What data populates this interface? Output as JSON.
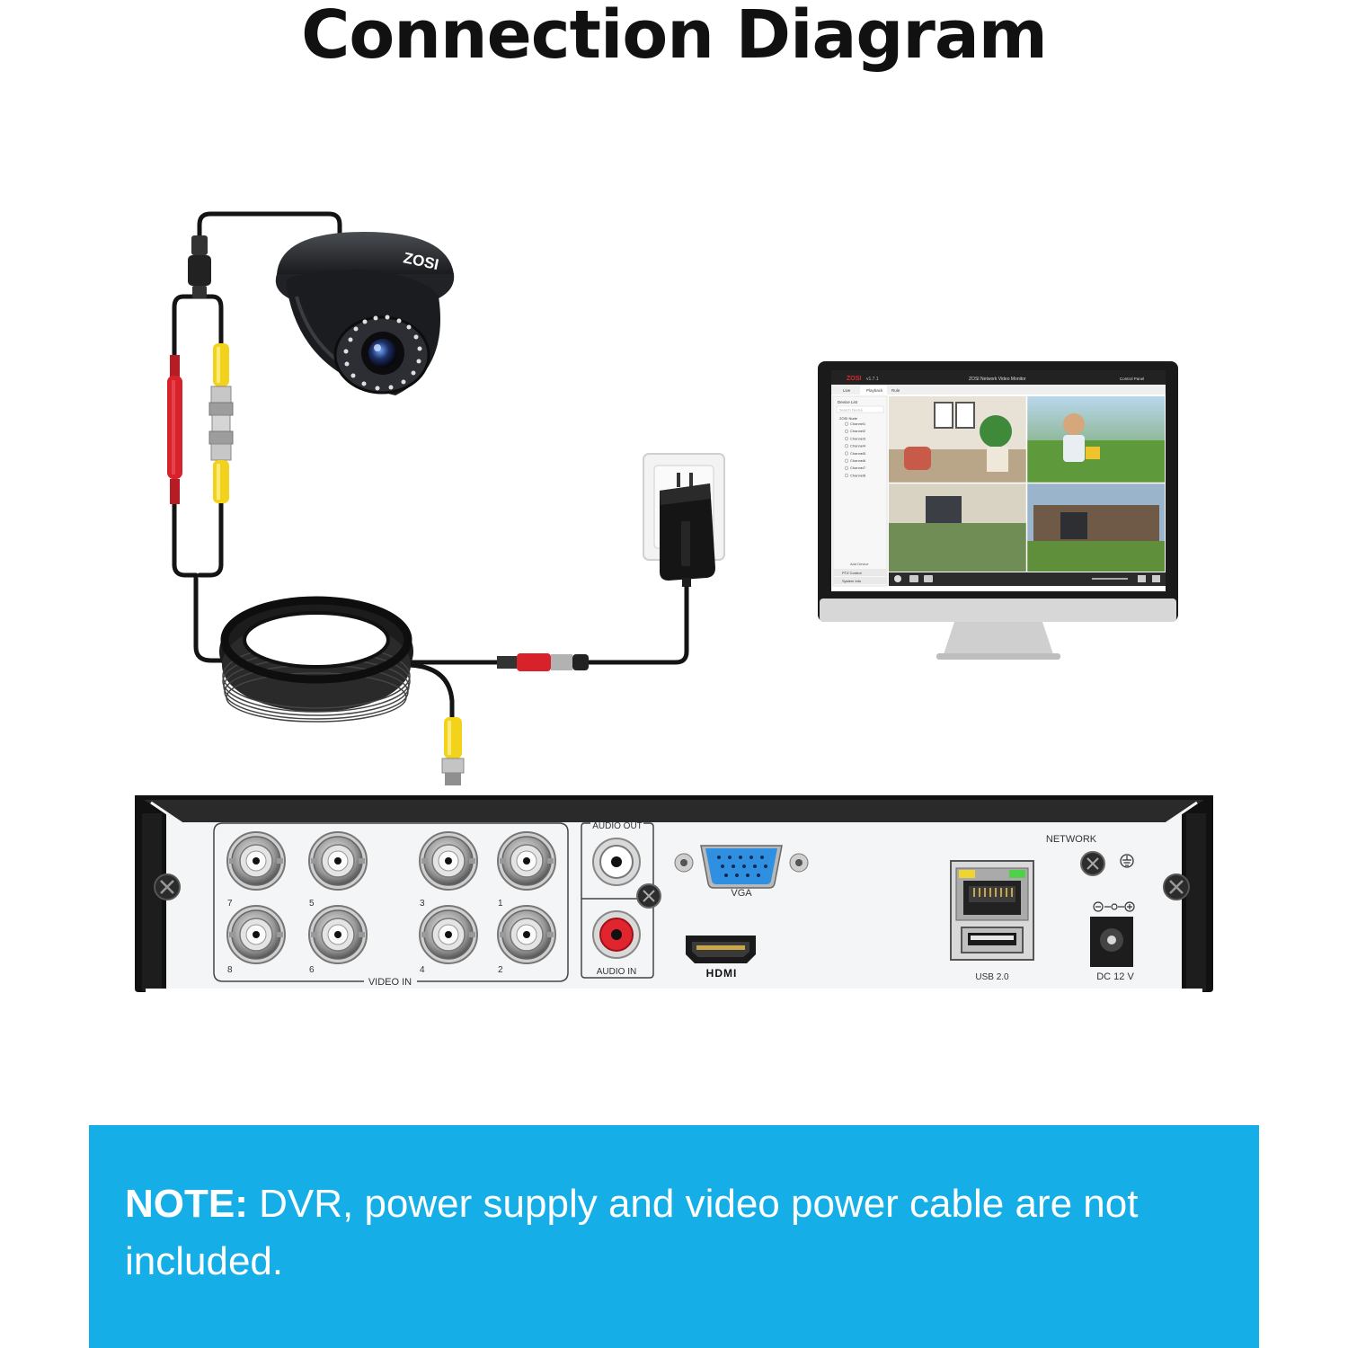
{
  "title": "Connection Diagram",
  "camera": {
    "brand": "ZOSI"
  },
  "monitor": {
    "logo": "ZOSI",
    "version": "v1.7.1",
    "window_title": "ZOSI Network Video Monitor",
    "top_right": "Control Panel",
    "tabs": [
      "Live",
      "Playback",
      "Rule"
    ],
    "device_list_title": "Device List",
    "search_placeholder": "Search Device",
    "group": "ZOSI Node",
    "channels": [
      "Channel1",
      "Channel2",
      "Channel3",
      "Channel4",
      "Channel5",
      "Channel6",
      "Channel7",
      "Channel8"
    ],
    "add_device": "Add Device",
    "ptz_control": "PTZ Control",
    "system_info": "System Info"
  },
  "dvr": {
    "video_in_label": "VIDEO IN",
    "video_ports": [
      "7",
      "5",
      "3",
      "1",
      "8",
      "6",
      "4",
      "2"
    ],
    "audio_out_label": "AUDIO OUT",
    "audio_in_label": "AUDIO IN",
    "vga_label": "VGA",
    "hdmi_label": "HDMI",
    "network_label": "NETWORK",
    "usb_label": "USB 2.0",
    "dc_label": "DC 12 V"
  },
  "note": {
    "prefix": "NOTE:",
    "text": " DVR, power supply and video power cable are not included."
  },
  "colors": {
    "note_background": "#16aee6",
    "video_plug": "#f2d21a",
    "power_plug": "#d8222b",
    "dvr_body": "#111111"
  }
}
